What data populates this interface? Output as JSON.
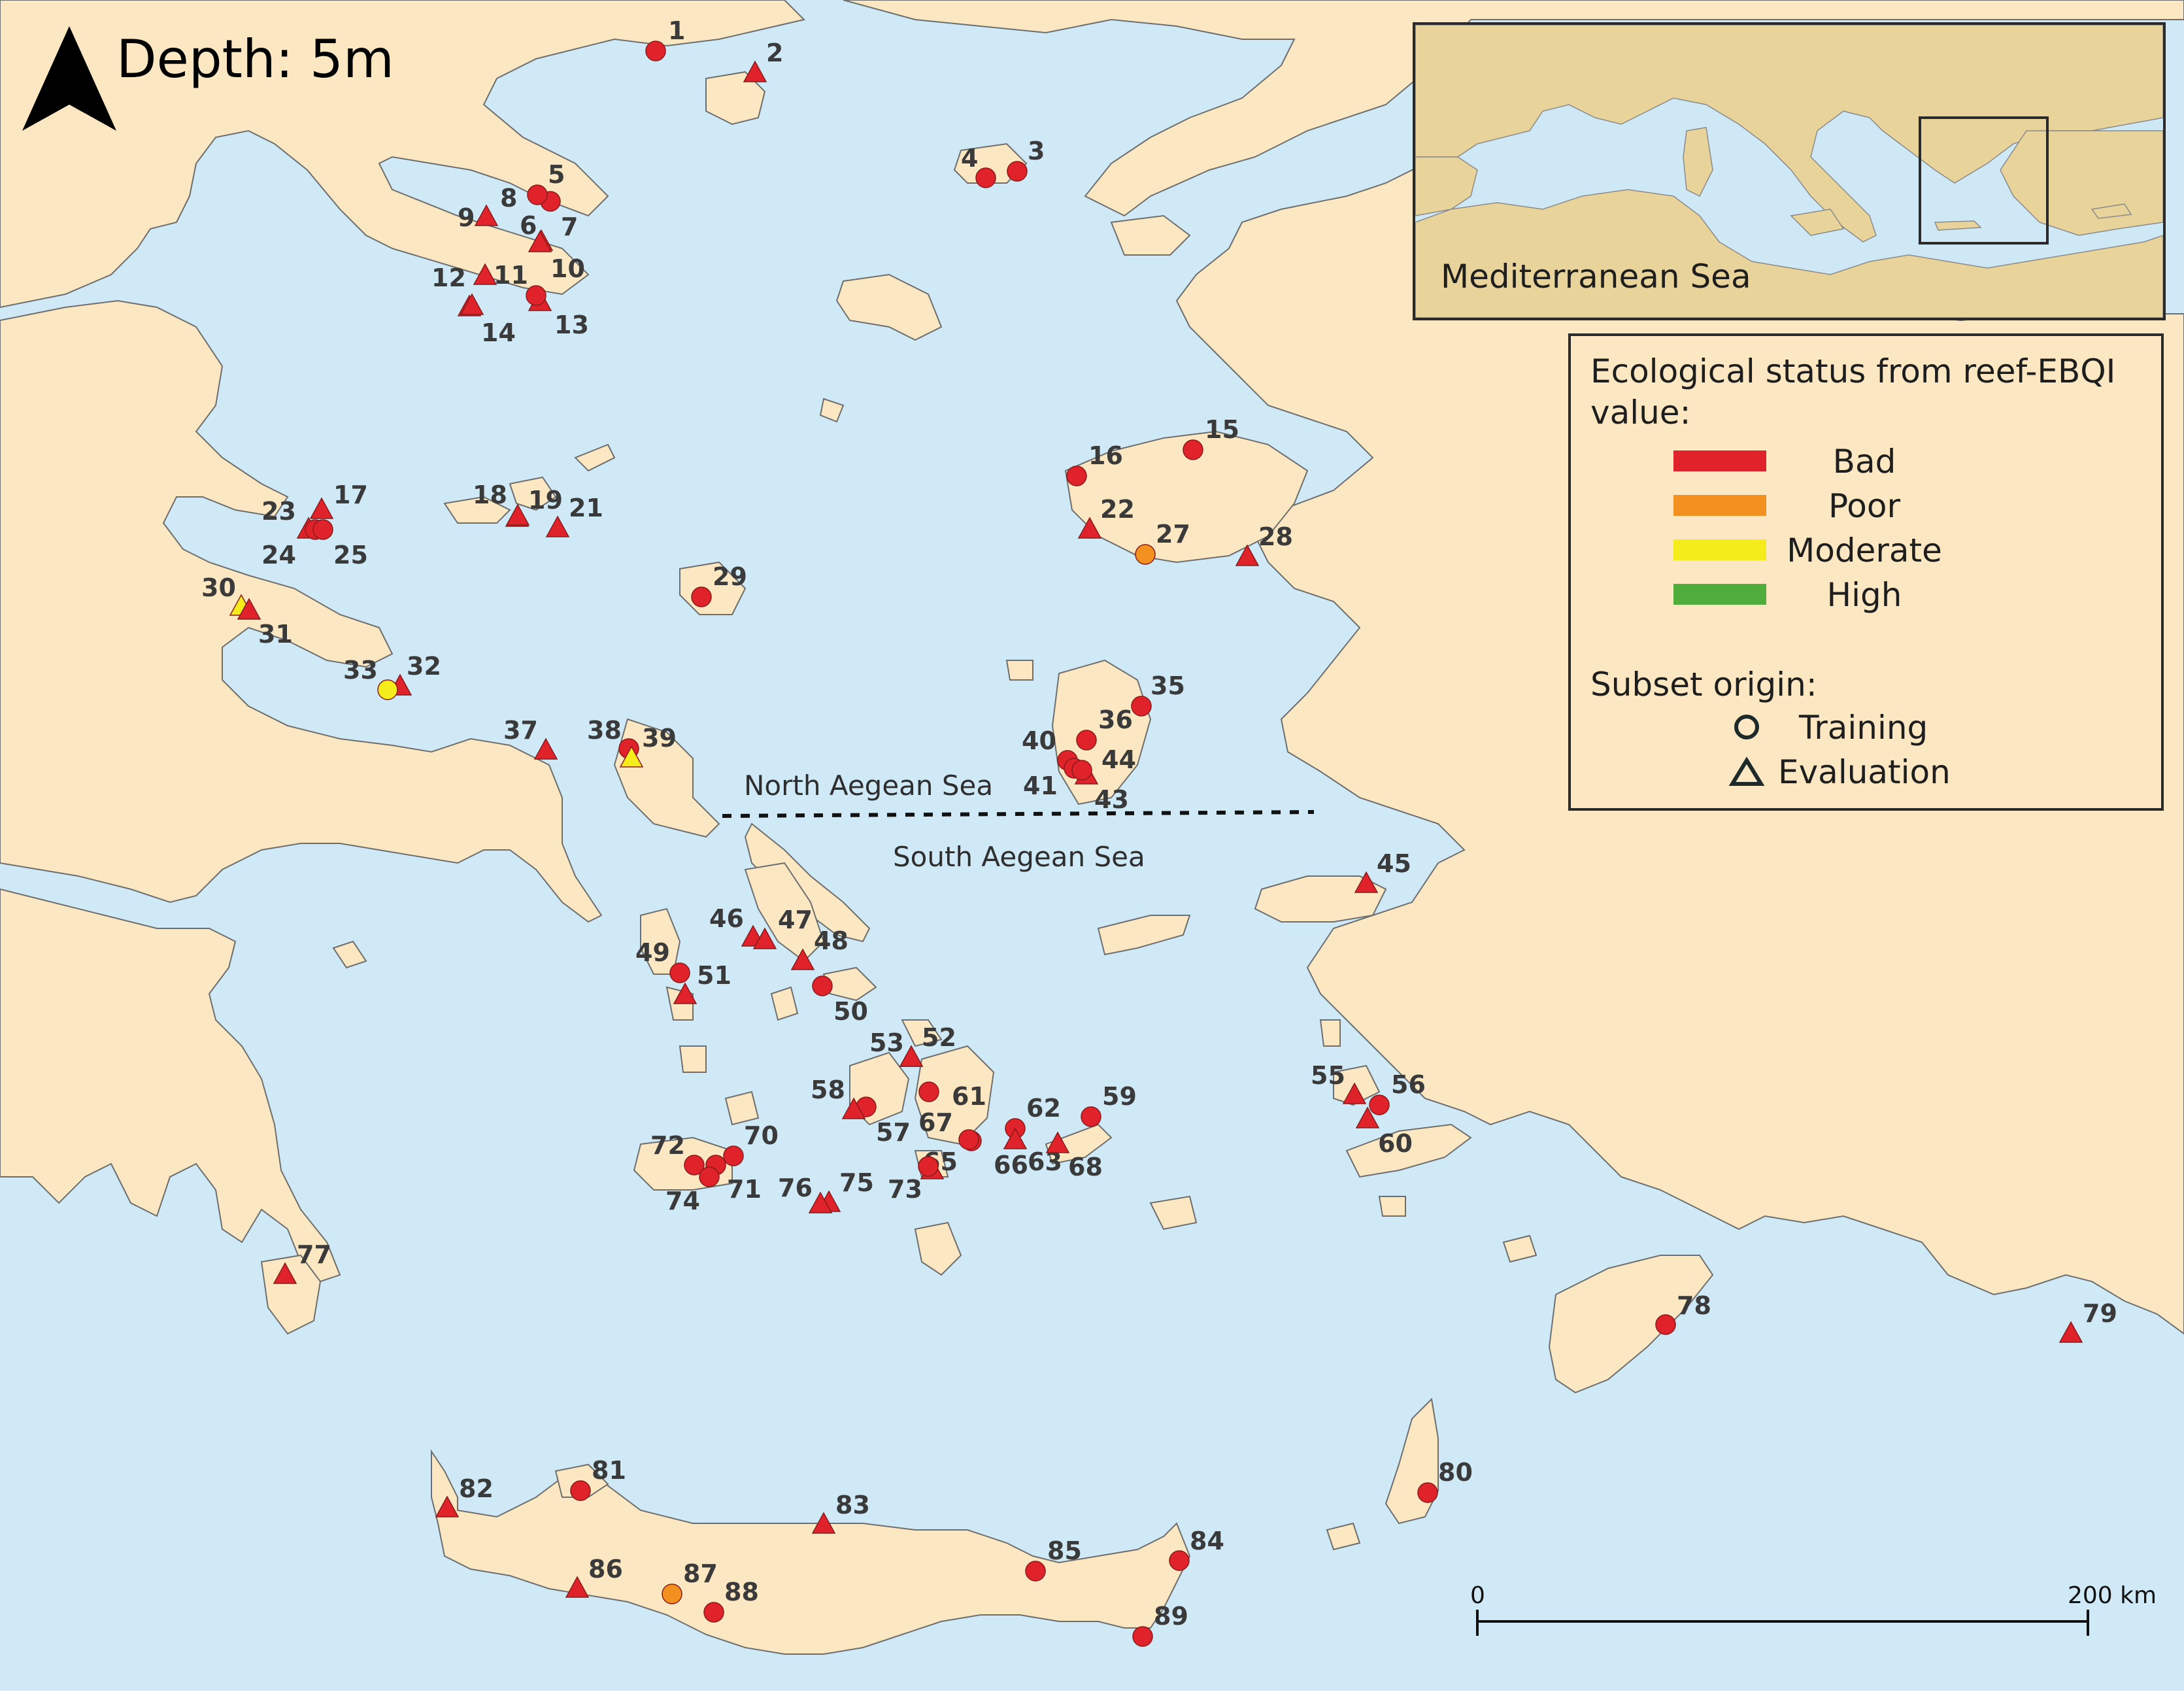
{
  "title": "Depth: 5m",
  "colors": {
    "sea": "#cfe9f7",
    "land": "#fbe8c3",
    "coast": "#6e6e6e",
    "bad": "#e0232b",
    "poor": "#f2911f",
    "moderate": "#f5ec1b",
    "high": "#51ad3b",
    "inset_sea": "#cfe8f5",
    "inset_land": "#e8d49b"
  },
  "icons": {
    "north_arrow": "north-arrow-icon"
  },
  "sea_labels": {
    "north": "North Aegean Sea",
    "south": "South Aegean Sea"
  },
  "inset": {
    "label": "Mediterranean Sea"
  },
  "legend": {
    "status_title": "Ecological status from reef-EBQI value:",
    "status_title_line1": "Ecological status from reef-EBQI",
    "status_title_line2": "value:",
    "status_items": [
      {
        "label": "Bad",
        "status": "bad"
      },
      {
        "label": "Poor",
        "status": "poor"
      },
      {
        "label": "Moderate",
        "status": "moderate"
      },
      {
        "label": "High",
        "status": "high"
      }
    ],
    "origin_title": "Subset origin:",
    "origin_items": [
      {
        "label": "Training",
        "shape": "circle"
      },
      {
        "label": "Evaluation",
        "shape": "triangle"
      }
    ]
  },
  "scale_bar": {
    "start": "0",
    "end": "200 km"
  },
  "sites": [
    {
      "id": "1",
      "status": "bad",
      "origin": "training"
    },
    {
      "id": "2",
      "status": "bad",
      "origin": "evaluation"
    },
    {
      "id": "3",
      "status": "bad",
      "origin": "training"
    },
    {
      "id": "4",
      "status": "bad",
      "origin": "training"
    },
    {
      "id": "5",
      "status": "bad",
      "origin": "training"
    },
    {
      "id": "6",
      "status": "bad",
      "origin": "evaluation"
    },
    {
      "id": "7",
      "status": "bad",
      "origin": "evaluation"
    },
    {
      "id": "8",
      "status": "bad",
      "origin": "training"
    },
    {
      "id": "9",
      "status": "bad",
      "origin": "evaluation"
    },
    {
      "id": "10",
      "status": "bad",
      "origin": "evaluation"
    },
    {
      "id": "11",
      "status": "bad",
      "origin": "evaluation"
    },
    {
      "id": "12",
      "status": "bad",
      "origin": "evaluation"
    },
    {
      "id": "13",
      "status": "bad",
      "origin": "training"
    },
    {
      "id": "14",
      "status": "bad",
      "origin": "evaluation"
    },
    {
      "id": "15",
      "status": "bad",
      "origin": "training"
    },
    {
      "id": "16",
      "status": "bad",
      "origin": "training"
    },
    {
      "id": "17",
      "status": "bad",
      "origin": "evaluation"
    },
    {
      "id": "18",
      "status": "bad",
      "origin": "evaluation"
    },
    {
      "id": "19",
      "status": "bad",
      "origin": "evaluation"
    },
    {
      "id": "21",
      "status": "bad",
      "origin": "evaluation"
    },
    {
      "id": "22",
      "status": "bad",
      "origin": "evaluation"
    },
    {
      "id": "23",
      "status": "bad",
      "origin": "evaluation"
    },
    {
      "id": "24",
      "status": "bad",
      "origin": "training"
    },
    {
      "id": "25",
      "status": "bad",
      "origin": "training"
    },
    {
      "id": "27",
      "status": "poor",
      "origin": "training"
    },
    {
      "id": "28",
      "status": "bad",
      "origin": "evaluation"
    },
    {
      "id": "29",
      "status": "bad",
      "origin": "training"
    },
    {
      "id": "30",
      "status": "moderate",
      "origin": "evaluation"
    },
    {
      "id": "31",
      "status": "bad",
      "origin": "evaluation"
    },
    {
      "id": "32",
      "status": "bad",
      "origin": "evaluation"
    },
    {
      "id": "33",
      "status": "moderate",
      "origin": "training"
    },
    {
      "id": "35",
      "status": "bad",
      "origin": "training"
    },
    {
      "id": "36",
      "status": "bad",
      "origin": "training"
    },
    {
      "id": "37",
      "status": "bad",
      "origin": "evaluation"
    },
    {
      "id": "38",
      "status": "bad",
      "origin": "training"
    },
    {
      "id": "39",
      "status": "moderate",
      "origin": "evaluation"
    },
    {
      "id": "40",
      "status": "bad",
      "origin": "training"
    },
    {
      "id": "41",
      "status": "bad",
      "origin": "training"
    },
    {
      "id": "43",
      "status": "bad",
      "origin": "evaluation"
    },
    {
      "id": "44",
      "status": "bad",
      "origin": "training"
    },
    {
      "id": "45",
      "status": "bad",
      "origin": "evaluation"
    },
    {
      "id": "46",
      "status": "bad",
      "origin": "evaluation"
    },
    {
      "id": "47",
      "status": "bad",
      "origin": "evaluation"
    },
    {
      "id": "48",
      "status": "bad",
      "origin": "evaluation"
    },
    {
      "id": "49",
      "status": "bad",
      "origin": "training"
    },
    {
      "id": "50",
      "status": "bad",
      "origin": "training"
    },
    {
      "id": "51",
      "status": "bad",
      "origin": "evaluation"
    },
    {
      "id": "52",
      "status": "bad",
      "origin": "evaluation"
    },
    {
      "id": "53",
      "status": "bad",
      "origin": "evaluation"
    },
    {
      "id": "55",
      "status": "bad",
      "origin": "evaluation"
    },
    {
      "id": "56",
      "status": "bad",
      "origin": "training"
    },
    {
      "id": "57",
      "status": "bad",
      "origin": "training"
    },
    {
      "id": "58",
      "status": "bad",
      "origin": "evaluation"
    },
    {
      "id": "59",
      "status": "bad",
      "origin": "training"
    },
    {
      "id": "60",
      "status": "bad",
      "origin": "evaluation"
    },
    {
      "id": "61",
      "status": "bad",
      "origin": "training"
    },
    {
      "id": "62",
      "status": "bad",
      "origin": "training"
    },
    {
      "id": "63",
      "status": "bad",
      "origin": "evaluation"
    },
    {
      "id": "65",
      "status": "bad",
      "origin": "evaluation"
    },
    {
      "id": "66",
      "status": "bad",
      "origin": "training"
    },
    {
      "id": "67",
      "status": "bad",
      "origin": "training"
    },
    {
      "id": "68",
      "status": "bad",
      "origin": "evaluation"
    },
    {
      "id": "70",
      "status": "bad",
      "origin": "training"
    },
    {
      "id": "71",
      "status": "bad",
      "origin": "training"
    },
    {
      "id": "72",
      "status": "bad",
      "origin": "training"
    },
    {
      "id": "73",
      "status": "bad",
      "origin": "training"
    },
    {
      "id": "74",
      "status": "bad",
      "origin": "training"
    },
    {
      "id": "75",
      "status": "bad",
      "origin": "evaluation"
    },
    {
      "id": "76",
      "status": "bad",
      "origin": "evaluation"
    },
    {
      "id": "77",
      "status": "bad",
      "origin": "evaluation"
    },
    {
      "id": "78",
      "status": "bad",
      "origin": "training"
    },
    {
      "id": "79",
      "status": "bad",
      "origin": "evaluation"
    },
    {
      "id": "80",
      "status": "bad",
      "origin": "training"
    },
    {
      "id": "81",
      "status": "bad",
      "origin": "training"
    },
    {
      "id": "82",
      "status": "bad",
      "origin": "evaluation"
    },
    {
      "id": "83",
      "status": "bad",
      "origin": "evaluation"
    },
    {
      "id": "84",
      "status": "bad",
      "origin": "training"
    },
    {
      "id": "85",
      "status": "bad",
      "origin": "training"
    },
    {
      "id": "86",
      "status": "bad",
      "origin": "evaluation"
    },
    {
      "id": "87",
      "status": "poor",
      "origin": "training"
    },
    {
      "id": "88",
      "status": "bad",
      "origin": "training"
    },
    {
      "id": "89",
      "status": "bad",
      "origin": "training"
    }
  ]
}
